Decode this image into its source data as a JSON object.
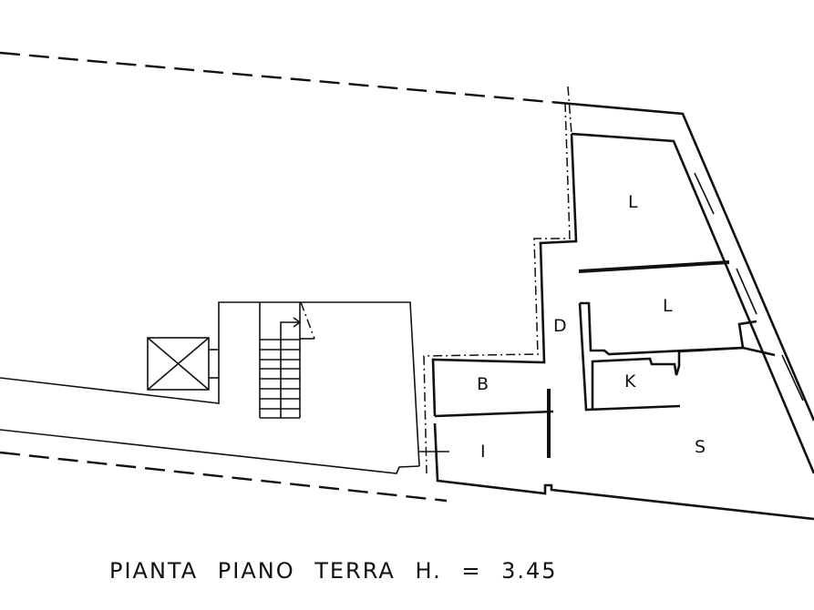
{
  "title": "PIANTA PIANO TERRA H. = 3.45",
  "rooms": {
    "l1": "L",
    "l2": "L",
    "d": "D",
    "b": "B",
    "k": "K",
    "i": "I",
    "s": "S"
  }
}
